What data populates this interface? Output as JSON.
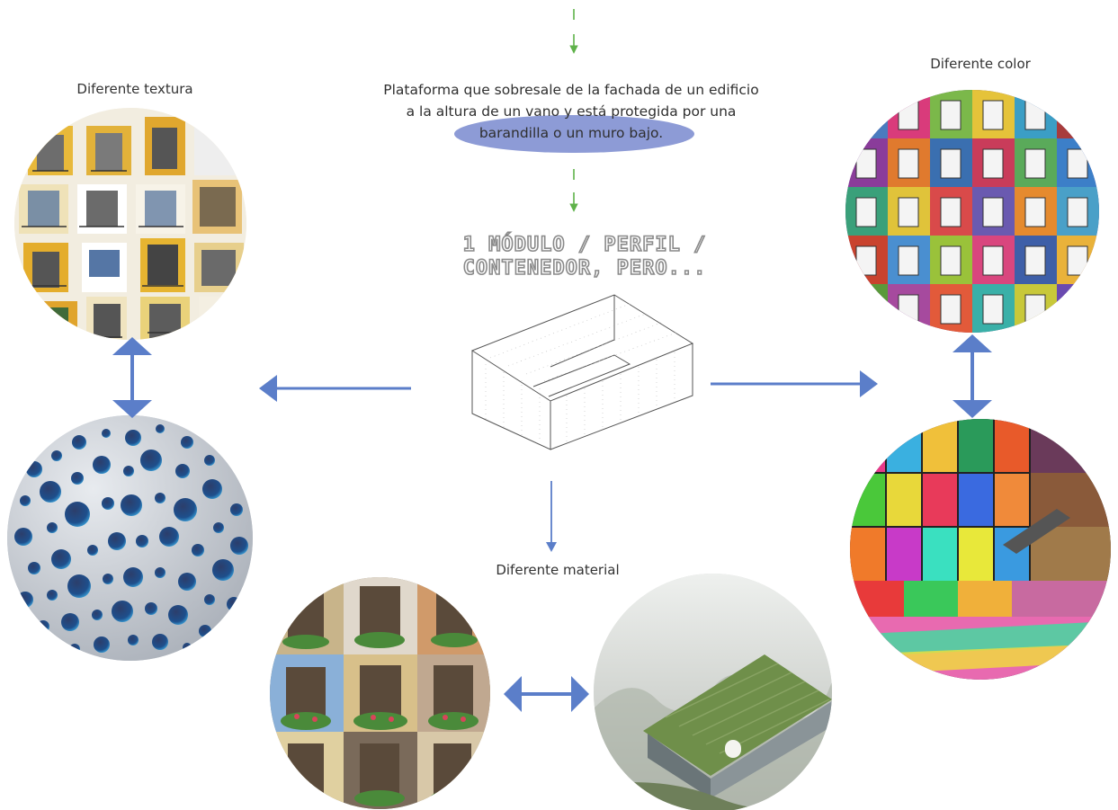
{
  "definition": {
    "line1": "Plataforma que sobresale de la fachada de un edificio",
    "line2": "a la altura de un vano y está protegida por una",
    "line3": "barandilla o un muro bajo."
  },
  "heading": {
    "line1": "1 MÓDULO / PERFIL /",
    "line2": "CONTENEDOR, PERO..."
  },
  "labels": {
    "texture": "Diferente textura",
    "color": "Diferente color",
    "material": "Diferente material"
  },
  "colors": {
    "arrow": "#5b7ec9",
    "dashed_arrow": "#5fb24a",
    "highlight": "#8d9bd6"
  }
}
